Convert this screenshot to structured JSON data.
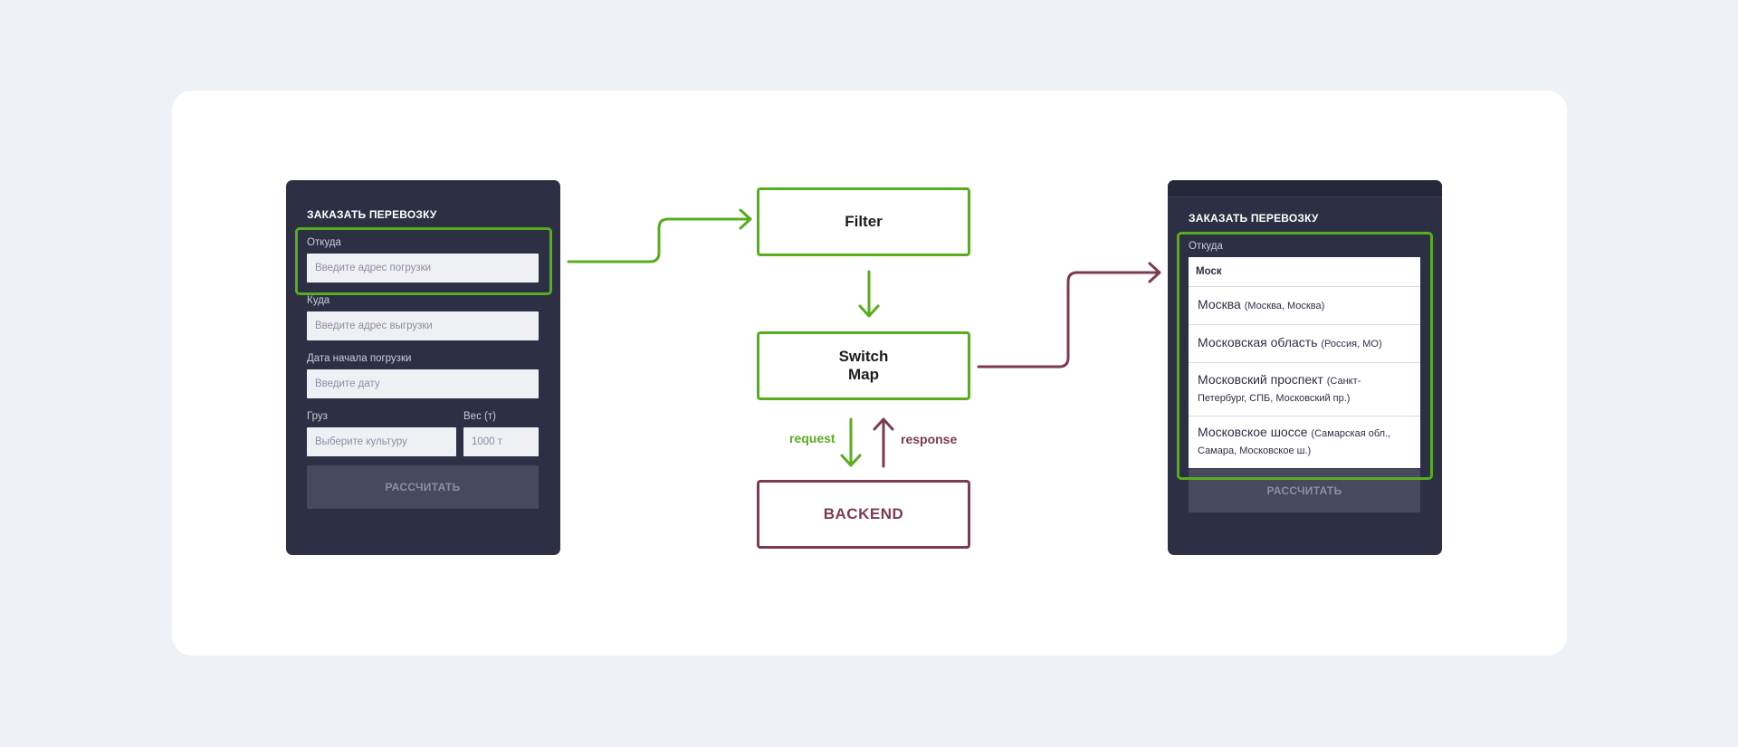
{
  "form": {
    "title": "ЗАКАЗАТЬ ПЕРЕВОЗКУ",
    "from_label": "Откуда",
    "from_placeholder": "Введите адрес погрузки",
    "to_label": "Куда",
    "to_placeholder": "Введите адрес выгрузки",
    "date_label": "Дата начала погрузки",
    "date_placeholder": "Введите дату",
    "cargo_label": "Груз",
    "cargo_placeholder": "Выберите культуру",
    "weight_label": "Вес (т)",
    "weight_placeholder": "1000 т",
    "submit_label": "РАССЧИТАТЬ"
  },
  "flow": {
    "filter": "Filter",
    "switch_map_line1": "Switch",
    "switch_map_line2": "Map",
    "backend": "BACKEND",
    "request": "request",
    "response": "response"
  },
  "result": {
    "title": "ЗАКАЗАТЬ ПЕРЕВОЗКУ",
    "from_label": "Откуда",
    "query": "Моск",
    "suggestions": [
      {
        "name": "Москва",
        "detail_line1": "(Москва, Москва)",
        "detail_line2": ""
      },
      {
        "name": "Московская область",
        "detail_line1": "(Россия, МО)",
        "detail_line2": ""
      },
      {
        "name": "Московский проспект",
        "detail_line1": "(Санкт-",
        "detail_line2": "Петербург, СПБ, Московский пр.)"
      },
      {
        "name": "Московское шоссе",
        "detail_line1": "(Самарская обл.,",
        "detail_line2": "Самара, Московское ш.)"
      }
    ],
    "submit_label": "РАССЧИТАТЬ"
  },
  "colors": {
    "panel": "#2d3044",
    "accent_green": "#58ad1c",
    "accent_maroon": "#7d3a52",
    "background": "#eef2f7"
  }
}
